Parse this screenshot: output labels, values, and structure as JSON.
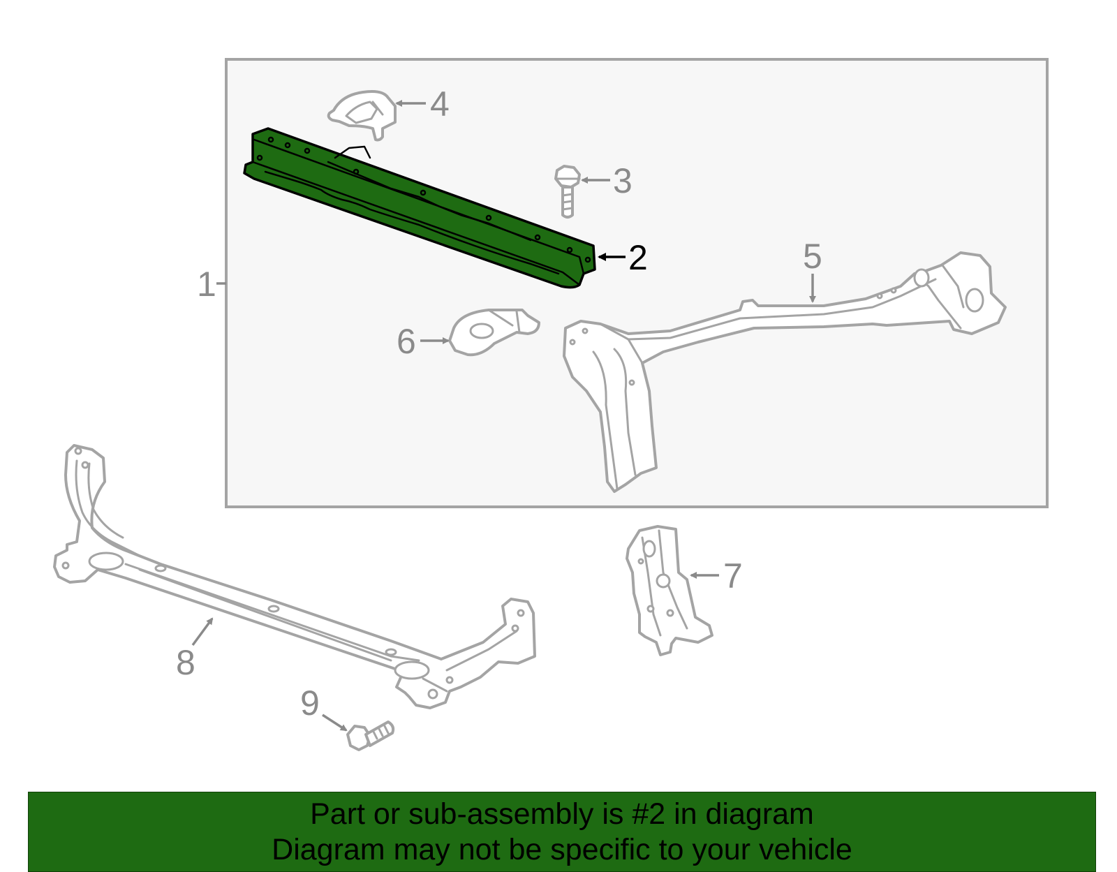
{
  "callouts": {
    "c1": "1",
    "c2": "2",
    "c3": "3",
    "c4": "4",
    "c5": "5",
    "c6": "6",
    "c7": "7",
    "c8": "8",
    "c9": "9"
  },
  "highlighted_part": "2",
  "colors": {
    "highlight": "#1e6b12",
    "line_art": "#a4a4a4",
    "box_background": "#f7f7f7"
  },
  "banner": {
    "line1": "Part or sub-assembly is #2 in diagram",
    "line2": "Diagram may not be specific to your vehicle"
  }
}
